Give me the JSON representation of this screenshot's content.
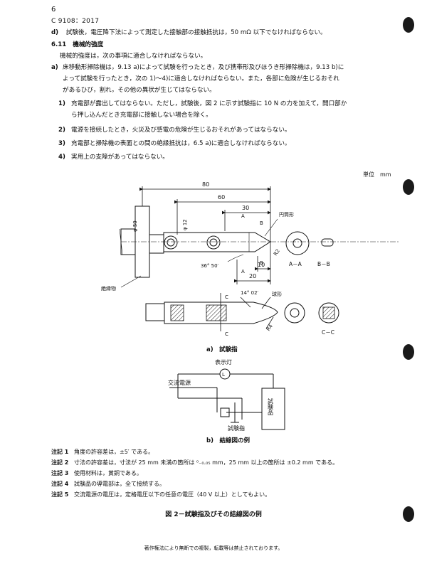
{
  "header": {
    "page_number": "6",
    "standard_id": "C 9108：2017"
  },
  "text": {
    "item_d_label": "d)",
    "item_d_body": "試験後，電圧降下法によって測定した接触部の接触抵抗は，50 mΩ 以下でなければならない。",
    "section_number": "6.11",
    "section_title": "機械的強度",
    "intro": "機械的強度は，次の事項に適合しなければならない。",
    "item_a_label": "a)",
    "item_a_line1": "床移動形掃除機は，9.13 a)によって試験を行ったとき，及び携帯形及びほうき形掃除機は，9.13 b)に",
    "item_a_line2": "よって試験を行ったとき，次の 1)～4)に適合しなければならない。また，各部に危険が生じるおそれ",
    "item_a_line3": "があるひび，割れ，その他の異状が生じてはならない。",
    "sub1_label": "1)",
    "sub1_line1": "充電部が露出してはならない。ただし，試験後，図 2 に示す試験指に 10 N の力を加えて，開口部か",
    "sub1_line2": "ら押し込んだとき充電部に接触しない場合を除く。",
    "sub2_label": "2)",
    "sub2_body": "電源を接続したとき，火災及び感電の危険が生じるおそれがあってはならない。",
    "sub3_label": "3)",
    "sub3_body": "充電部と掃除機の表面との間の絶縁抵抗は，6.5 a)に適合しなければならない。",
    "sub4_label": "4)",
    "sub4_body": "実用上の支障があってはならない。"
  },
  "figure": {
    "unit_label": "単位　mm",
    "dim_80": "80",
    "dim_60": "60",
    "dim_30": "30",
    "dim_20": "20",
    "dim_10": "10",
    "dim_d50": "φ 50",
    "dim_d12": "φ 12",
    "angle_1": "36° 50′",
    "angle_2": "14° 02′",
    "r2": "R2",
    "r4": "R4",
    "sec_a": "A",
    "sec_b": "B",
    "sec_c": "C",
    "cylinder_label": "円筒形",
    "sphere_label": "球形",
    "insulator_label": "絶縁物",
    "view_aa": "A－A",
    "view_bb": "B－B",
    "view_cc": "C－C",
    "caption_a": "a)　試験指",
    "lamp_label": "表示灯",
    "lamp_symbol": "L",
    "ac_label": "交流電源",
    "test_finger_label": "試験指",
    "sample_label": "試験品",
    "caption_b": "b)　結線図の例"
  },
  "notes": [
    {
      "label": "注記 1",
      "text": "角度の許容差は，±5′ である。"
    },
    {
      "label": "注記 2",
      "text": "寸法の許容差は，寸法が 25 mm 未満の箇所は ⁰₋₀.₀₅ mm，25 mm 以上の箇所は ±0.2 mm である。"
    },
    {
      "label": "注記 3",
      "text": "使用材料は，黄銅である。"
    },
    {
      "label": "注記 4",
      "text": "試験品の導電部は，全て接続する。"
    },
    {
      "label": "注記 5",
      "text": "交流電源の電圧は，定格電圧以下の任意の電圧（40 V 以上）としてもよい。"
    }
  ],
  "figure_caption": "図 2－試験指及びその結線図の例",
  "footer": "著作権法により無断での複製，転載等は禁止されております。"
}
